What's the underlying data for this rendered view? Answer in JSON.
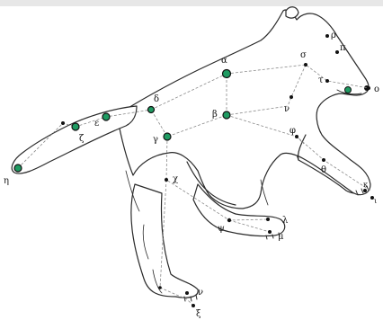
{
  "colors": {
    "outline": "#2a2a2a",
    "fill": "#ffffff",
    "guide": "#8a8a8a",
    "star_green": "#1f9b62",
    "star_black": "#111111",
    "label": "#111111"
  },
  "stars": {
    "alpha": "α",
    "beta": "β",
    "gamma": "γ",
    "delta": "δ",
    "epsilon": "ε",
    "zeta": "ζ",
    "eta": "η",
    "sigma": "σ",
    "rho": "ρ",
    "pi": "π",
    "tau": "τ",
    "omicron": "ο",
    "nu": "ν",
    "phi": "φ",
    "theta": "θ",
    "kappa": "κ",
    "iota": "ι",
    "chi": "χ",
    "psi": "ψ",
    "lambda": "λ",
    "mu": "μ",
    "nu2": "ν",
    "xi": "ξ"
  }
}
